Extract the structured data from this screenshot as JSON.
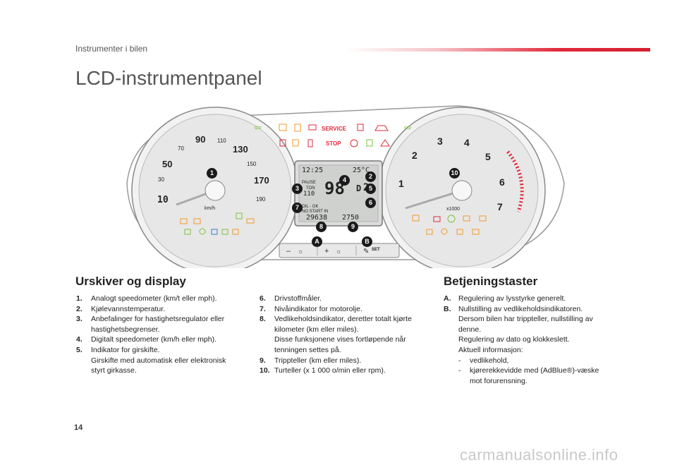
{
  "header": {
    "section": "Instrumenter i bilen",
    "page_title": "LCD-instrumentpanel"
  },
  "figure": {
    "speedo_ticks": [
      "10",
      "30",
      "50",
      "70",
      "90",
      "110",
      "130",
      "150",
      "170",
      "190"
    ],
    "speedo_unit": "km/h",
    "tacho_ticks": [
      "1",
      "2",
      "3",
      "4",
      "5",
      "6",
      "7"
    ],
    "tacho_unit": "x1000",
    "service_label": "SERVICE",
    "stop_label": "STOP",
    "lcd": {
      "time": "12:25",
      "temp": "25°C",
      "pause": "PAUSE",
      "ton": "TON",
      "limit": "110",
      "speed": "98",
      "gear": "D",
      "gear_num": "2",
      "message_1": "OIL - OK",
      "message_2": "NO START IN",
      "odometer": "29638",
      "trip": "2750"
    },
    "control_set": "SET",
    "callouts": [
      "1",
      "2",
      "3",
      "4",
      "5",
      "6",
      "7",
      "8",
      "9",
      "10",
      "A",
      "B"
    ]
  },
  "left": {
    "heading": "Urskiver og display",
    "items": [
      {
        "num": "1.",
        "text": "Analogt speedometer (km/t eller mph)."
      },
      {
        "num": "2.",
        "text": "Kjølevannstemperatur."
      },
      {
        "num": "3.",
        "text": "Anbefalinger for hastighetsregulator eller hastighetsbegrenser."
      },
      {
        "num": "4.",
        "text": "Digitalt speedometer (km/h eller mph)."
      },
      {
        "num": "5.",
        "text": "Indikator for girskifte.",
        "extra": "Girskifte med automatisk eller elektronisk styrt girkasse."
      }
    ]
  },
  "middle": {
    "items": [
      {
        "num": "6.",
        "text": "Drivstoffmåler."
      },
      {
        "num": "7.",
        "text": "Nivåindikator for motorolje."
      },
      {
        "num": "8.",
        "text": "Vedlikeholdsindikator, deretter totalt kjørte kilometer (km eller miles).",
        "extra": "Disse funksjonene vises fortløpende når tenningen settes på."
      },
      {
        "num": "9.",
        "text": "Trippteller (km eller miles)."
      },
      {
        "num": "10.",
        "text": "Turteller (x 1 000 o/min eller rpm)."
      }
    ]
  },
  "right": {
    "heading": "Betjeningstaster",
    "a_num": "A.",
    "a_text": "Regulering av lysstyrke generelt.",
    "b_num": "B.",
    "b_text": "Nullstilling av vedlikeholdsindikatoren.",
    "b_extra_1": "Dersom bilen har trippteller, nullstilling av denne.",
    "b_extra_2": "Regulering av dato og klokkeslett.",
    "b_extra_3": "Aktuell informasjon:",
    "bullets": [
      "-",
      "-"
    ],
    "bullet_1": "vedlikehold,",
    "bullet_2": "kjørerekkevidde med (AdBlue®)-væske mot forurensning."
  },
  "footer": {
    "page_number": "14",
    "watermark": "carmanualsonline.info"
  },
  "colors": {
    "accent": "#e2283a",
    "warning_orange": "#f39a2b",
    "indicator_green": "#7ec242",
    "warning_red": "#e2283a"
  }
}
